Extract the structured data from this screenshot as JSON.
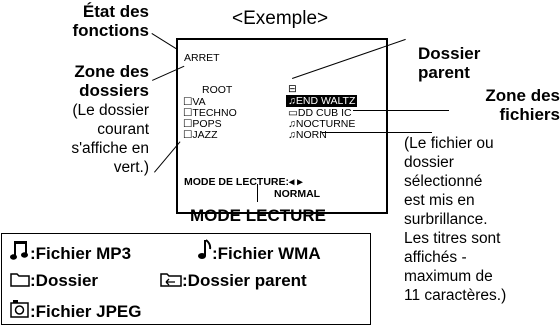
{
  "labels": {
    "etat": [
      "État des",
      "fonctions"
    ],
    "zone_dossiers": [
      "Zone des",
      "dossiers"
    ],
    "dossiers_note": [
      "(Le dossier",
      "courant",
      "s'affiche en",
      "vert.)"
    ],
    "exemple": "<Exemple>",
    "dossier_parent": [
      "Dossier",
      "parent"
    ],
    "zone_fichiers": [
      "Zone des",
      "fichiers"
    ],
    "fichiers_note": [
      "(Le fichier ou",
      "dossier",
      "sélectionné",
      "est mis en",
      "surbrillance.",
      "Les titres sont",
      "affichés -",
      "maximum de",
      "11 caractères.)"
    ],
    "mode_lecture": "MODE  LECTURE"
  },
  "screen": {
    "status": "ARRET",
    "root": "ROOT",
    "folders": [
      "VA",
      "TECHNO",
      "POPS",
      "JAZZ"
    ],
    "files": [
      "END WALTZ",
      "DD CUB IC",
      "NOCTURNE",
      "NORN"
    ],
    "mode_label": "MODE DE LECTURE:",
    "mode_arrows": "◂ ▸",
    "mode_value": "NORMAL"
  },
  "legend": {
    "mp3": ":Fichier MP3",
    "wma": ":Fichier WMA",
    "dossier": ":Dossier",
    "parent": ":Dossier parent",
    "jpeg": ":Fichier JPEG"
  }
}
